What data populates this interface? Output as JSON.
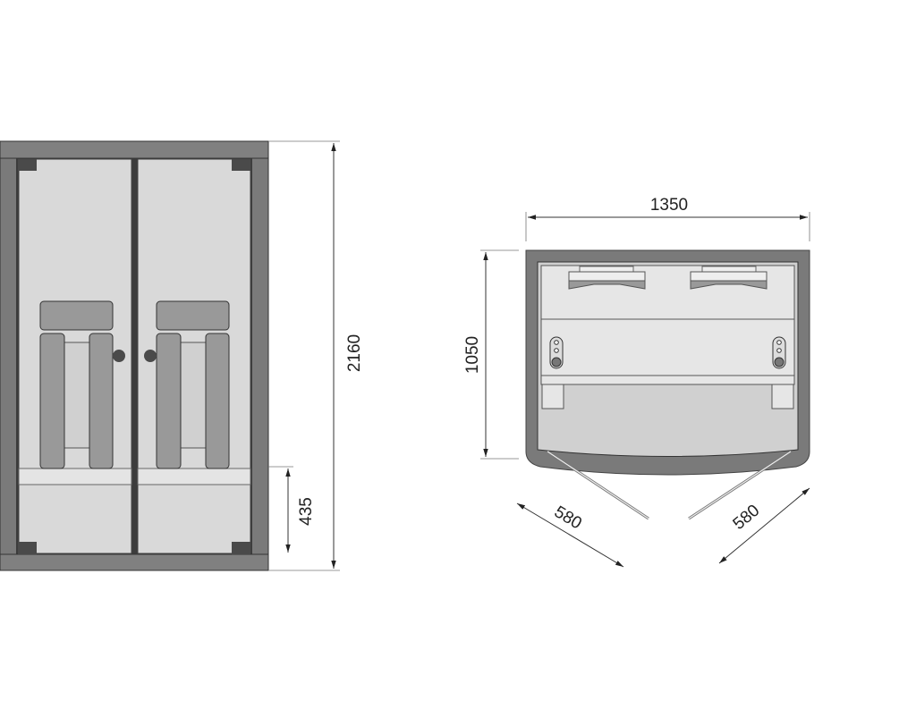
{
  "front_view": {
    "height_label": "2160",
    "bench_height_label": "435"
  },
  "top_view": {
    "width_label": "1350",
    "depth_label": "1050",
    "left_door_label": "580",
    "right_door_label": "580"
  },
  "colors": {
    "frame": "#7a7a7a",
    "frame_dark": "#4a4a4a",
    "glass": "#d9d9d9",
    "seat": "#999999",
    "panel": "#e6e6e6"
  }
}
